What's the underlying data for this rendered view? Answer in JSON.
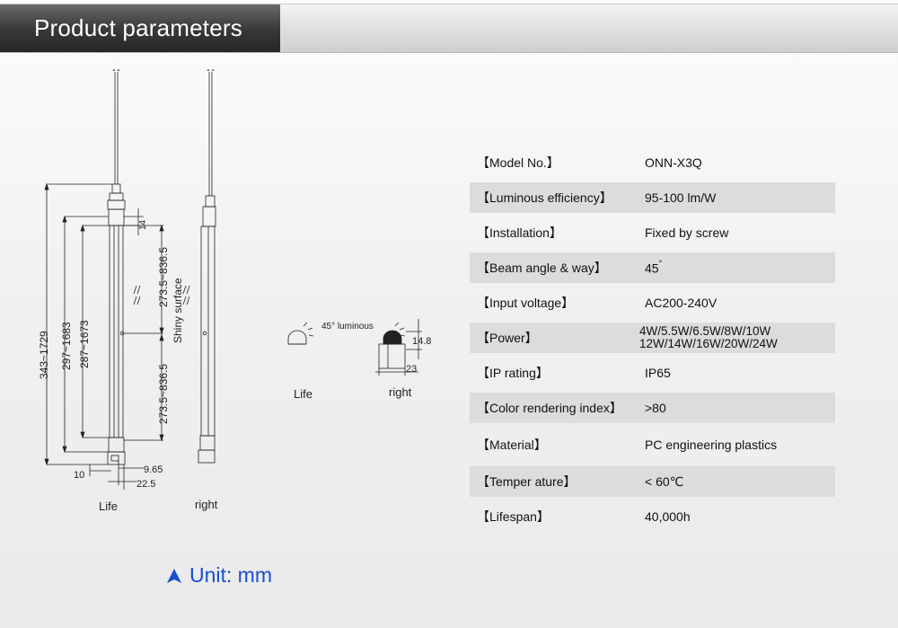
{
  "header": {
    "title": "Product parameters"
  },
  "drawing": {
    "dimensions": {
      "overall": "343~1729",
      "middle": "297~1683",
      "inner": "287~1673",
      "top_offset": "14",
      "upper_span": "273.5~836.5",
      "lower_span": "273.5~836.5",
      "base_left": "10",
      "base_width_1": "9.65",
      "base_width_2": "22.5",
      "section_height": "14.8",
      "section_width": "23"
    },
    "surface_note": "Shiny surface",
    "beam_note": "45° luminous",
    "labels": {
      "front_view": "Life",
      "side_view": "right",
      "section_left": "Life",
      "section_right": "right"
    }
  },
  "specs": {
    "model": {
      "label": "【Model No.】",
      "value": "ONN-X3Q"
    },
    "efficiency": {
      "label": "【Luminous efficiency】",
      "value": "95-100 lm/W"
    },
    "installation": {
      "label": "【Installation】",
      "value": "Fixed by screw"
    },
    "beam": {
      "label": "【Beam angle & way】",
      "value": "45",
      "unit": "°"
    },
    "voltage": {
      "label": "【Input voltage】",
      "value": "AC200-240V"
    },
    "power": {
      "label": "【Power】",
      "line1": "4W/5.5W/6.5W/8W/10W",
      "line2": "12W/14W/16W/20W/24W"
    },
    "ip": {
      "label": "【IP rating】",
      "value": "IP65"
    },
    "cri": {
      "label": "【Color rendering index】",
      "value": ">80"
    },
    "material": {
      "label": "【Material】",
      "value": "PC engineering plastics"
    },
    "temperature": {
      "label": "【Temper ature】",
      "value": "< 60",
      "unit": "℃"
    },
    "lifespan": {
      "label": "【Lifespan】",
      "value": "40,000h"
    }
  },
  "unit_note": {
    "text": "Unit: mm"
  },
  "icons": {
    "unit": "triangle-up-icon"
  },
  "colors": {
    "accent": "#1a4fd0",
    "title_bar": "#2e2e2e",
    "row_shade": "#dcdcdc"
  }
}
